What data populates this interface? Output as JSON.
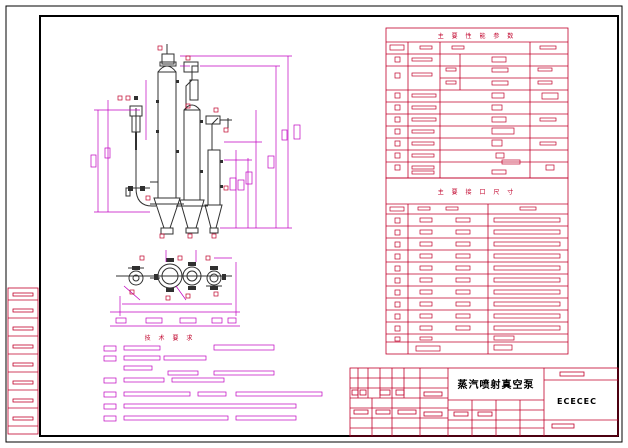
{
  "drawing": {
    "title": "蒸汽喷射真空泵",
    "code": "ECECEC"
  },
  "tables": {
    "main_parameters": {
      "title": "主 要 性 能 参 数"
    },
    "main_connections": {
      "title": "主 要 接 口 尺 寸"
    }
  },
  "notes": {
    "title": "技 术 要 求"
  },
  "colors": {
    "frame": "#000000",
    "table": "#c0002a",
    "dimension": "#c000c0",
    "equipment": "#303030",
    "background": "#ffffff"
  }
}
